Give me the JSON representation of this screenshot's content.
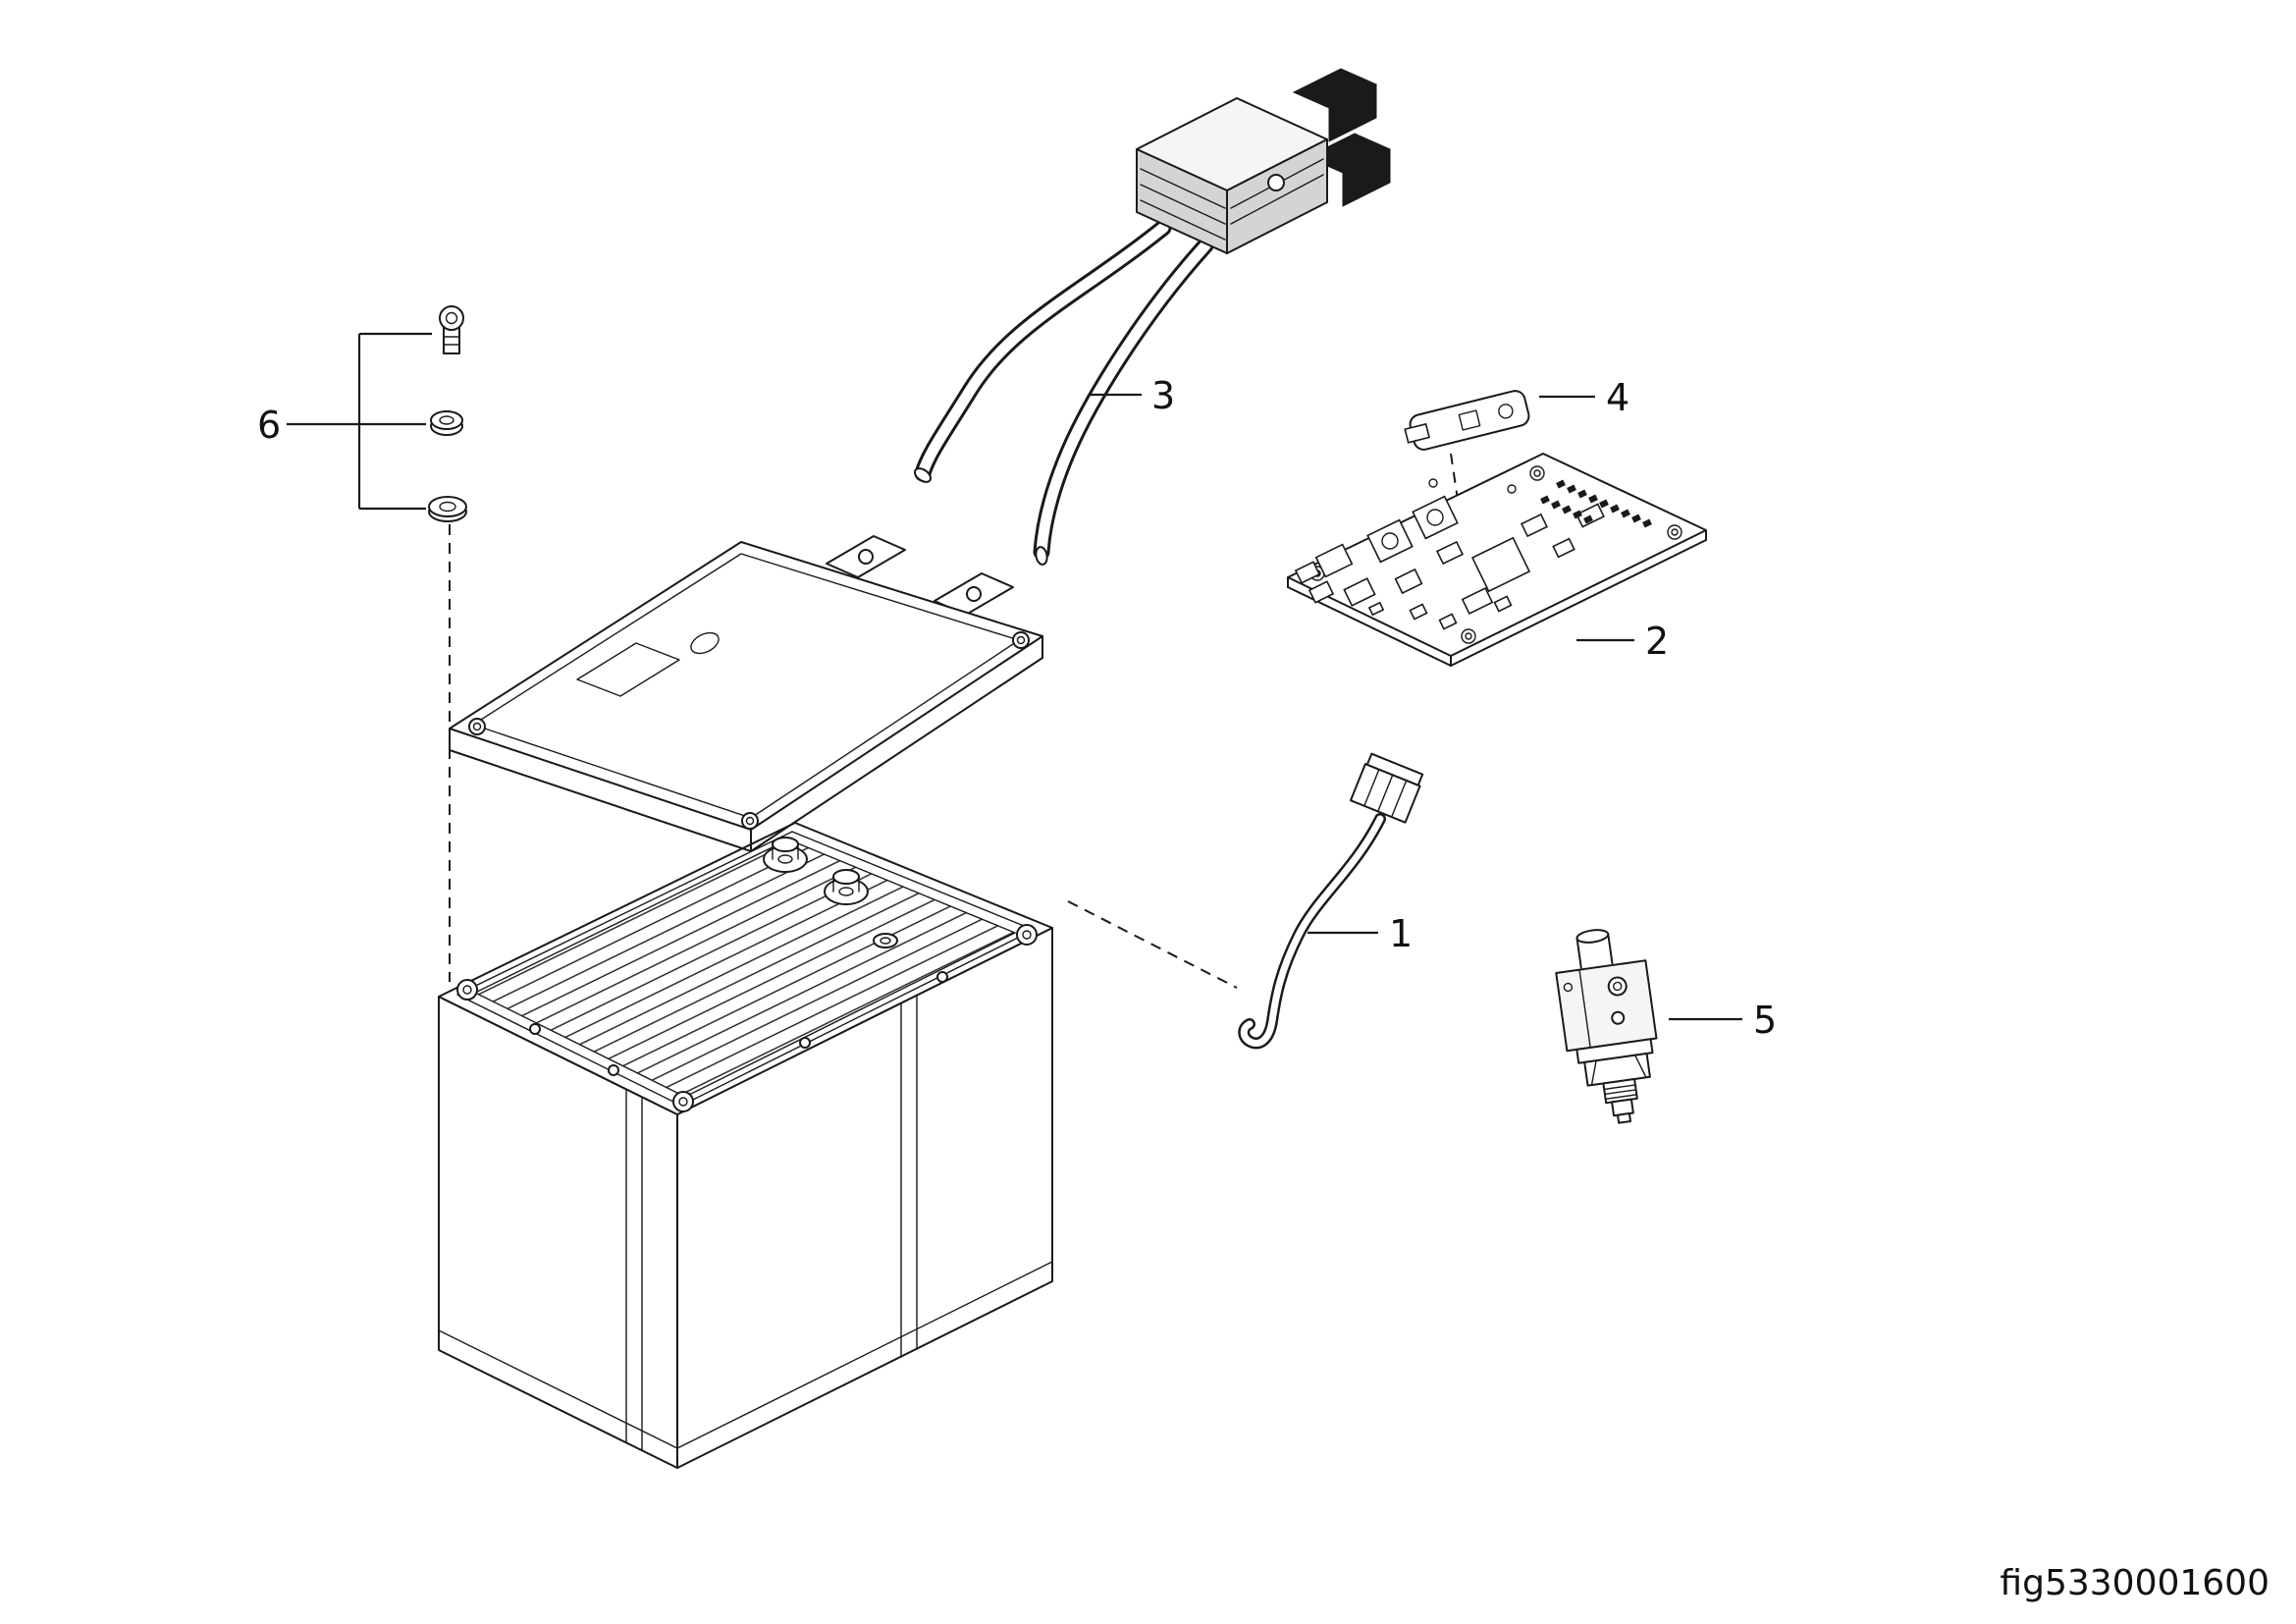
{
  "figure": {
    "code": "fig5330001600"
  },
  "colors": {
    "background": "#ffffff",
    "line": "#1a1a1a",
    "connector_gray": "#d4d4d4",
    "slot_black": "#1a1a1a",
    "face_white": "#ffffff"
  },
  "callouts": [
    {
      "number": "1",
      "part": "signal-cable-with-connector"
    },
    {
      "number": "2",
      "part": "circuit-board"
    },
    {
      "number": "3",
      "part": "power-cable-with-connector"
    },
    {
      "number": "4",
      "part": "strip-fuse"
    },
    {
      "number": "5",
      "part": "solenoid-valve"
    },
    {
      "number": "6",
      "part": "fastener-set"
    }
  ]
}
